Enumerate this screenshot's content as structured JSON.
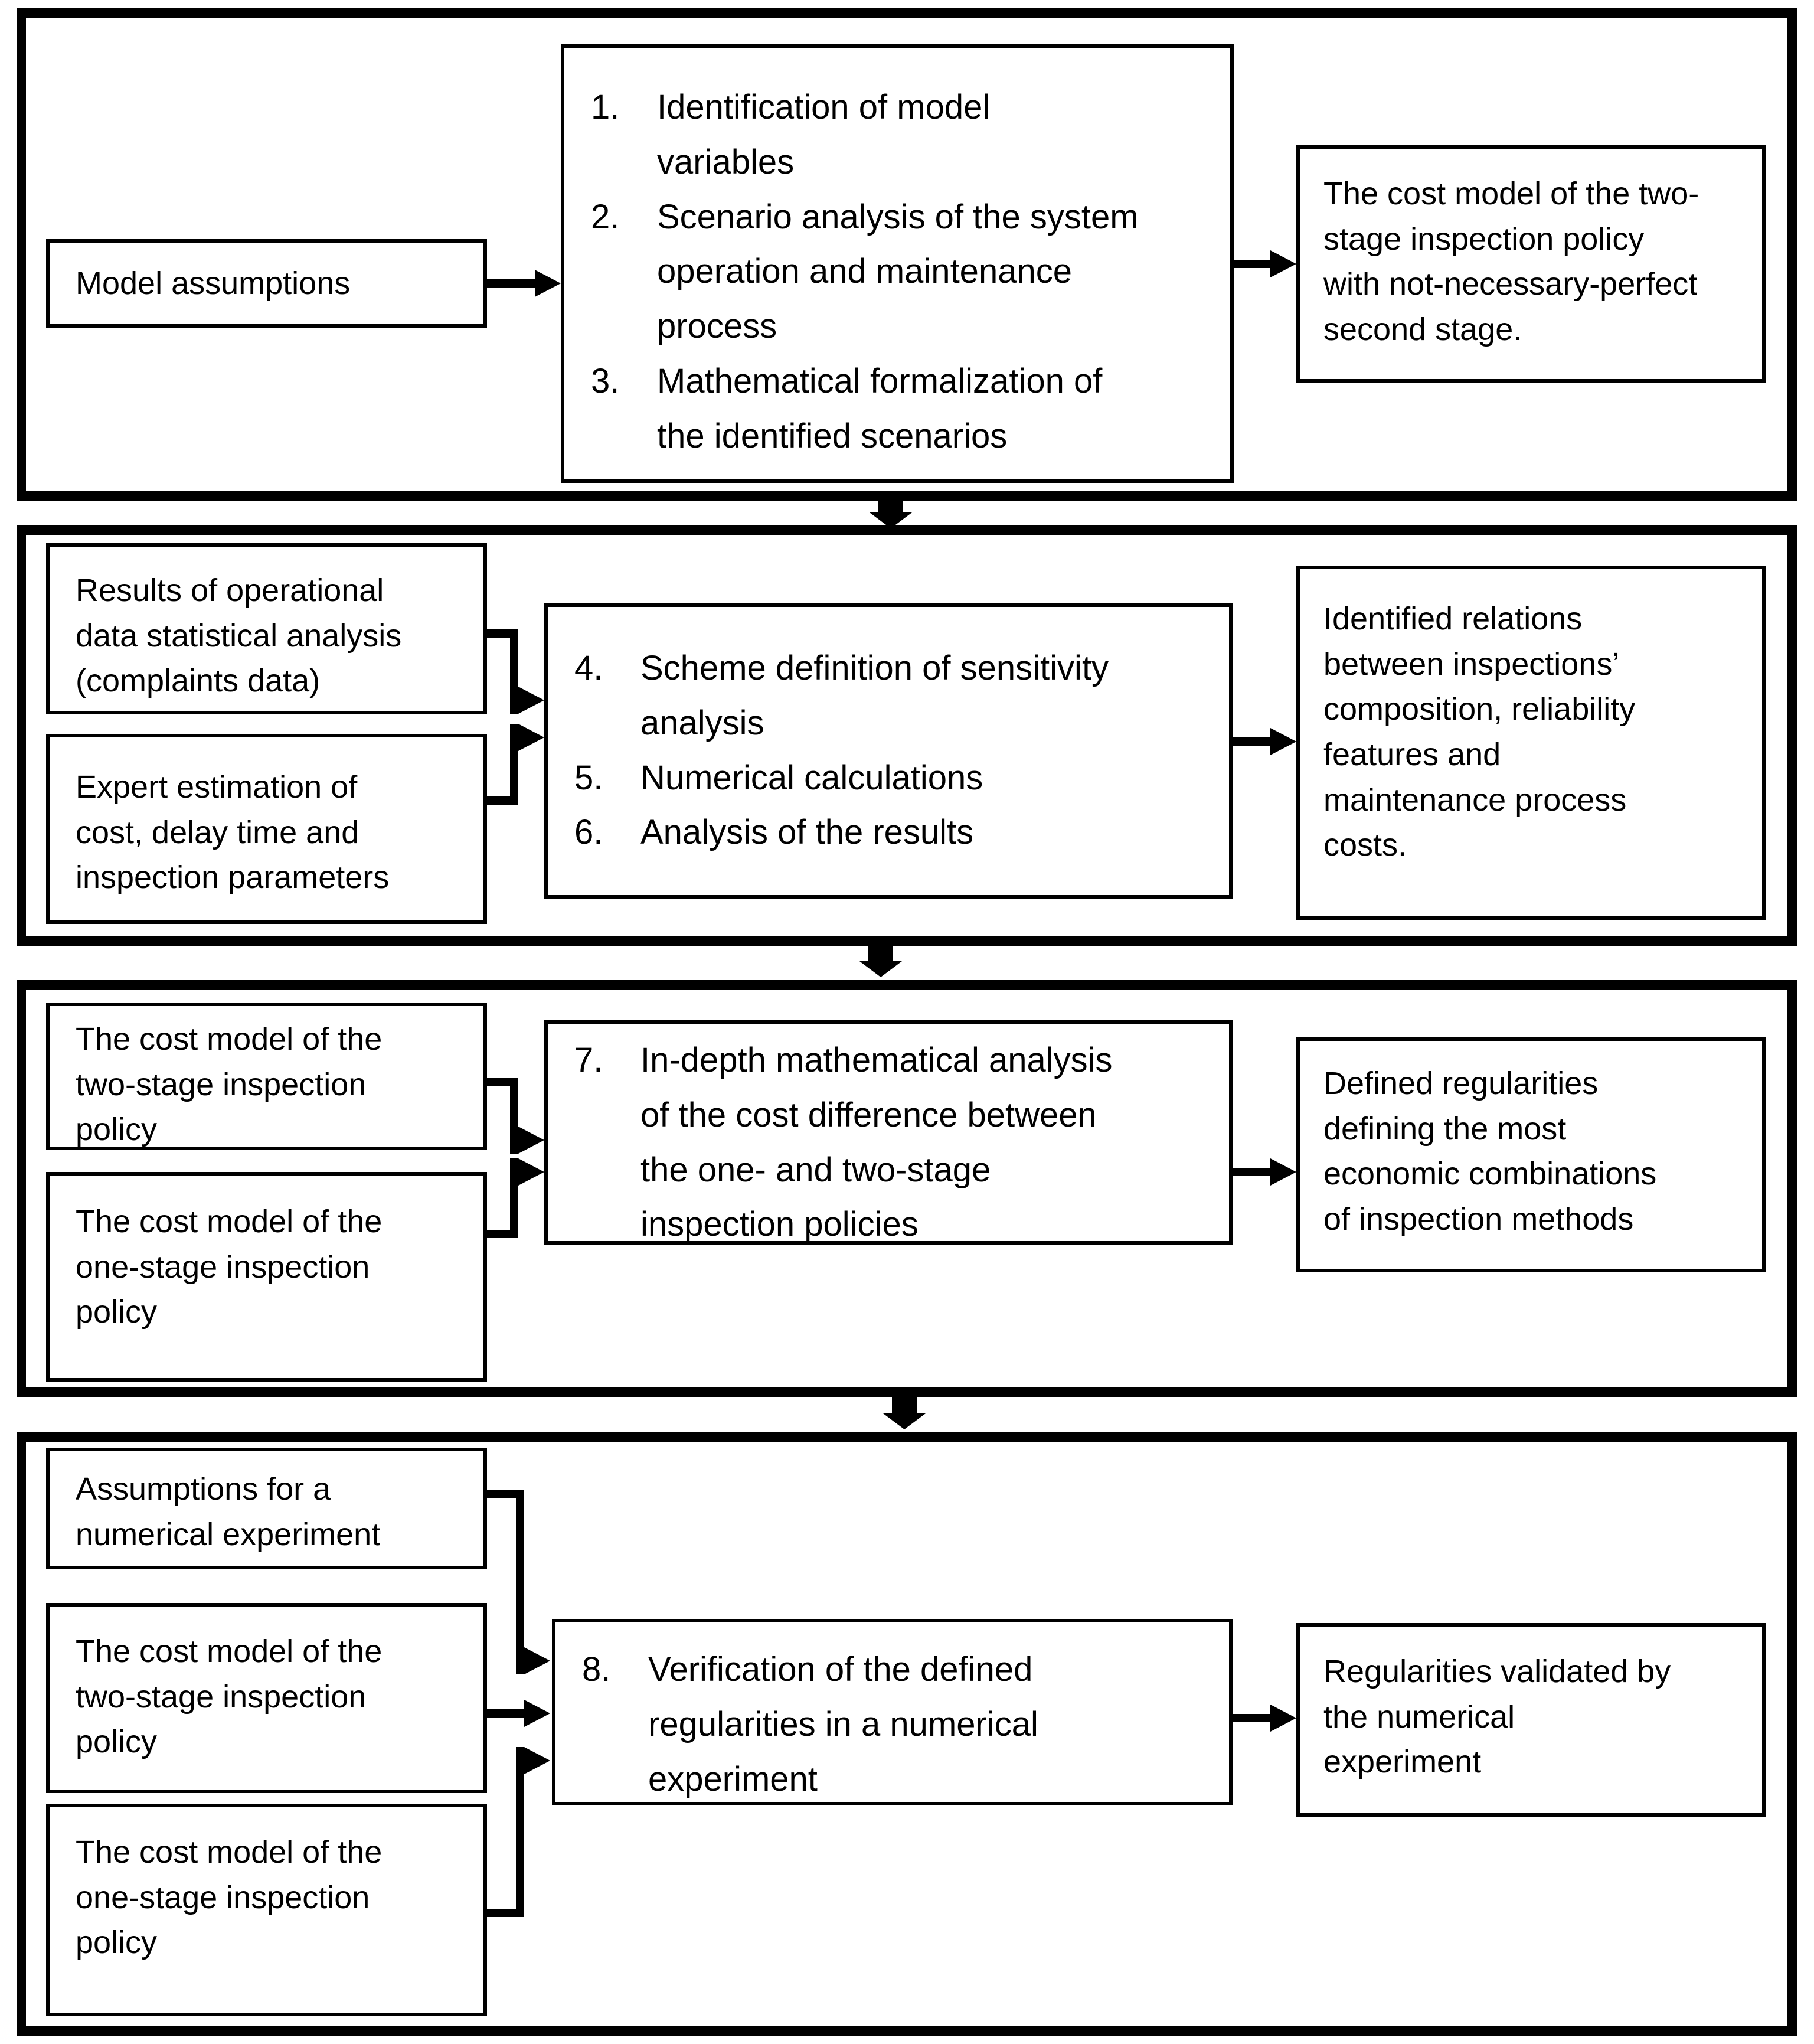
{
  "diagram": {
    "colors": {
      "ink": "#000000",
      "paper": "#ffffff"
    },
    "stages": [
      {
        "name": "cost-model-development",
        "inputs": [
          {
            "text": "Model assumptions"
          }
        ],
        "process": {
          "items": [
            {
              "num": "1.",
              "text": "Identification of model\nvariables"
            },
            {
              "num": "2.",
              "text": "Scenario analysis of the system\noperation and maintenance\nprocess"
            },
            {
              "num": "3.",
              "text": "Mathematical formalization of\nthe identified scenarios"
            }
          ]
        },
        "output": {
          "text": "The cost model of the two-\nstage inspection policy\nwith not-necessary-perfect\nsecond stage."
        }
      },
      {
        "name": "sensitivity-analysis",
        "inputs": [
          {
            "text": "Results of operational\ndata statistical analysis\n(complaints data)"
          },
          {
            "text": "Expert estimation of\ncost, delay time and\ninspection parameters"
          }
        ],
        "process": {
          "items": [
            {
              "num": "4.",
              "text": "Scheme definition of sensitivity\nanalysis"
            },
            {
              "num": "5.",
              "text": "Numerical calculations"
            },
            {
              "num": "6.",
              "text": "Analysis of the results"
            }
          ]
        },
        "output": {
          "text": "Identified relations\nbetween inspections’\ncomposition, reliability\nfeatures and\nmaintenance process\ncosts."
        }
      },
      {
        "name": "cost-difference-analysis",
        "inputs": [
          {
            "text": "The cost model of the\ntwo-stage inspection\npolicy"
          },
          {
            "text": "The cost model of the\none-stage inspection\npolicy"
          }
        ],
        "process": {
          "items": [
            {
              "num": "7.",
              "text": "In-depth mathematical analysis\nof the cost difference between\nthe one- and two-stage\ninspection policies"
            }
          ]
        },
        "output": {
          "text": "Defined regularities\ndefining the most\neconomic combinations\nof inspection methods"
        }
      },
      {
        "name": "numerical-verification",
        "inputs": [
          {
            "text": "Assumptions for a\nnumerical experiment"
          },
          {
            "text": "The cost model of the\ntwo-stage inspection\npolicy"
          },
          {
            "text": "The cost model of the\none-stage inspection\npolicy"
          }
        ],
        "process": {
          "items": [
            {
              "num": "8.",
              "text": "Verification of the defined\nregularities in a numerical\nexperiment"
            }
          ]
        },
        "output": {
          "text": "Regularities validated by\nthe numerical\nexperiment"
        }
      }
    ]
  }
}
